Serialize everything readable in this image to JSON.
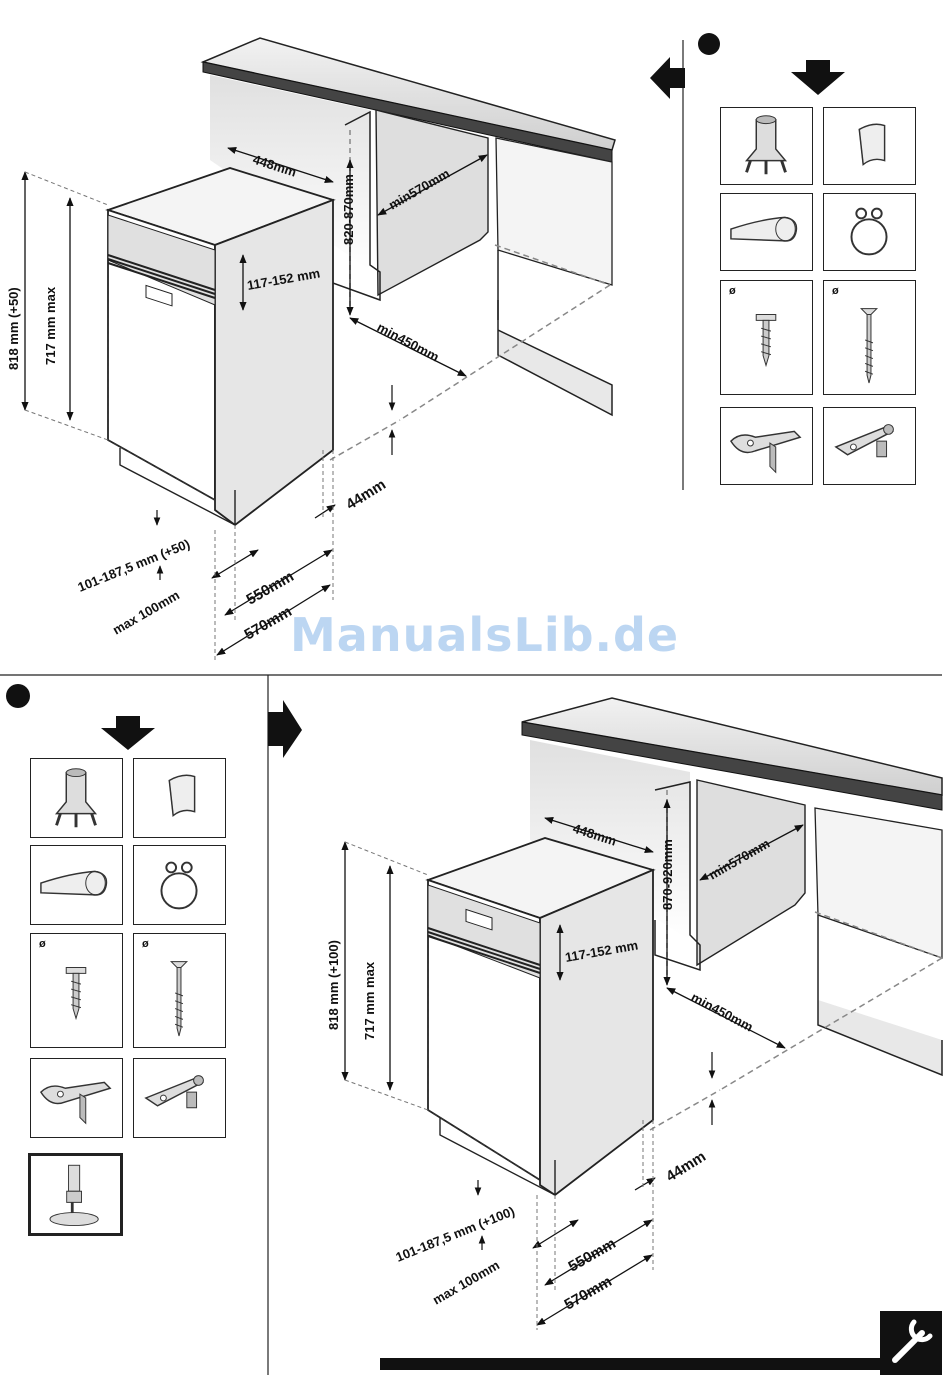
{
  "watermark": "ManualsLib.de",
  "diagram_top": {
    "width_label": "448mm",
    "total_height_label": "818 mm (+50)",
    "door_height_label": "717 mm max",
    "panel_height_label": "117-152 mm",
    "niche_height_label": "820-870mm",
    "niche_depth_label": "min570mm",
    "niche_width_label": "min450mm",
    "plinth_label": "44mm",
    "plinth_height_label": "101-187,5 mm (+50)",
    "max_offset_label": "max 100mm",
    "depth_550_label": "550mm",
    "depth_570_label": "570mm"
  },
  "diagram_bottom": {
    "width_label": "448mm",
    "total_height_label": "818 mm (+100)",
    "door_height_label": "717 mm max",
    "panel_height_label": "117-152 mm",
    "niche_height_label": "870-920mm",
    "niche_depth_label": "min570mm",
    "niche_width_label": "min450mm",
    "plinth_label": "44mm",
    "plinth_height_label": "101-187,5 mm (+100)",
    "max_offset_label": "max 100mm",
    "depth_550_label": "550mm",
    "depth_570_label": "570mm"
  },
  "parts_top": {
    "diameter_symbol_1": "ø",
    "diameter_symbol_2": "ø"
  },
  "parts_bottom": {
    "diameter_symbol_1": "ø",
    "diameter_symbol_2": "ø"
  },
  "icons": {
    "section_a": "filled-circle-marker",
    "section_b": "filled-circle-marker",
    "tool": "wrench-icon",
    "arrow_down": "arrow-down-icon",
    "arrow_left": "arrow-left-icon",
    "arrow_right": "arrow-right-icon"
  }
}
